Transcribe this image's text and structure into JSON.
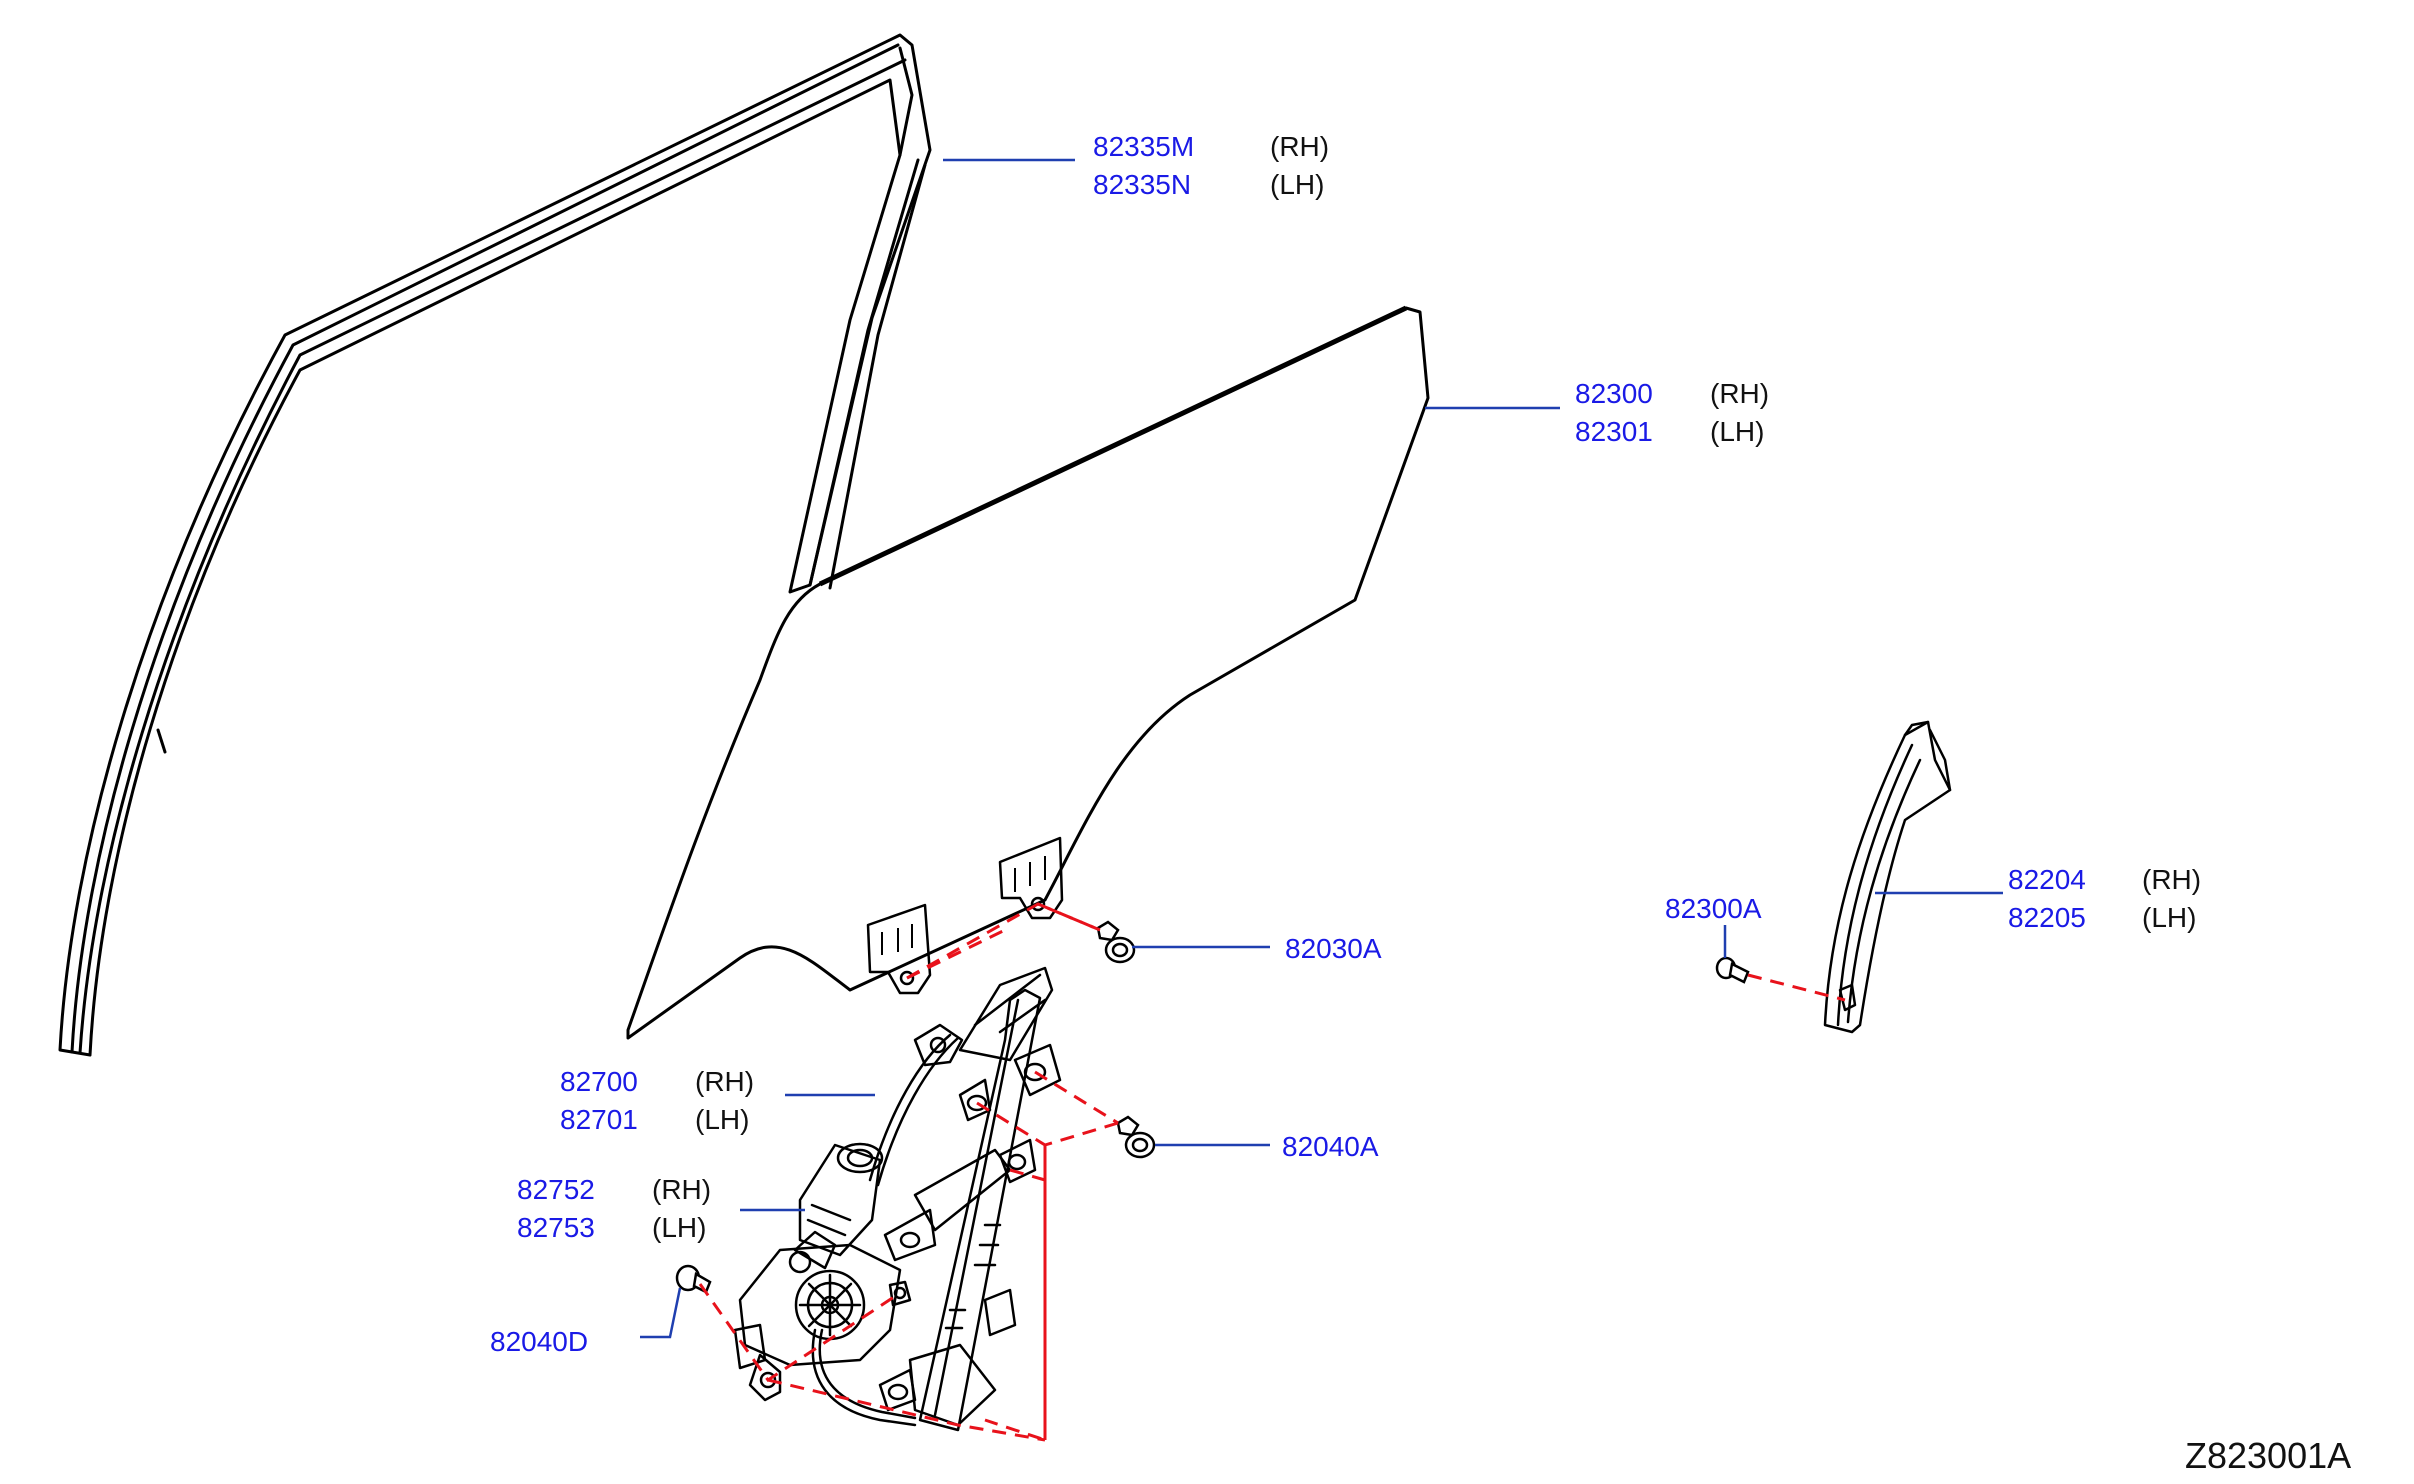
{
  "colors": {
    "part_number": "#1a1ae6",
    "leader_line": "#1f3fb0",
    "outline": "#000000",
    "fastener_path": "#e8121b"
  },
  "parts": {
    "sash_seal": {
      "rh": "82335M",
      "lh": "82335N",
      "rh_tag": "(RH)",
      "lh_tag": "(LH)"
    },
    "glass": {
      "rh": "82300",
      "lh": "82301",
      "rh_tag": "(RH)",
      "lh_tag": "(LH)"
    },
    "bolt_glass": {
      "pn": "82030A"
    },
    "regulator": {
      "rh": "82700",
      "lh": "82701",
      "rh_tag": "(RH)",
      "lh_tag": "(LH)"
    },
    "bolt_regulator": {
      "pn": "82040A"
    },
    "motor": {
      "rh": "82752",
      "lh": "82753",
      "rh_tag": "(RH)",
      "lh_tag": "(LH)"
    },
    "bolt_motor": {
      "pn": "82040D"
    },
    "channel": {
      "rh": "82204",
      "lh": "82205",
      "rh_tag": "(RH)",
      "lh_tag": "(LH)"
    },
    "channel_screw": {
      "pn": "82300A"
    }
  },
  "diagram_code": "Z823001A"
}
